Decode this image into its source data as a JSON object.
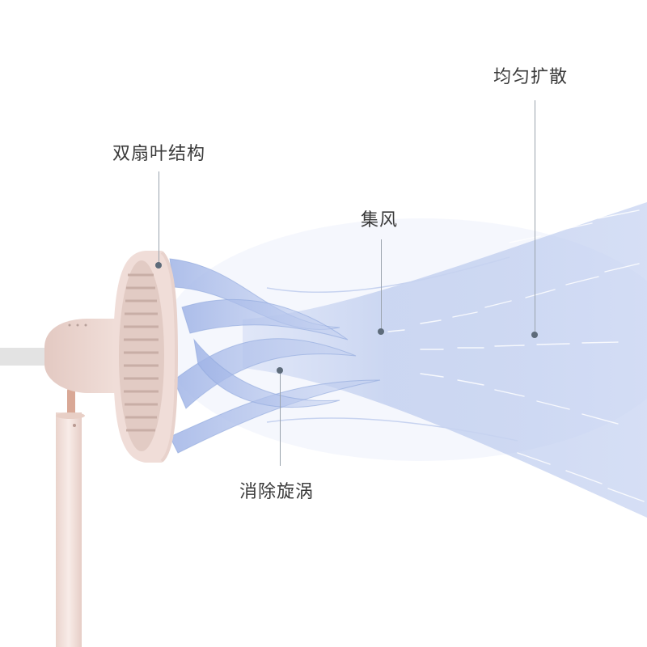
{
  "callouts": {
    "dual_blade": "双扇叶结构",
    "concentrate": "集风",
    "diffuse": "均匀扩散",
    "vortex": "消除旋涡"
  },
  "colors": {
    "fan_body": "#f2e1dc",
    "fan_shadow": "#d9c3bd",
    "pole": "#f4e6e2",
    "rose_gold": "#d9a896",
    "airflow": "#8ea6dc",
    "label_text": "#3a3a3a",
    "dot": "#5d6b7a"
  }
}
